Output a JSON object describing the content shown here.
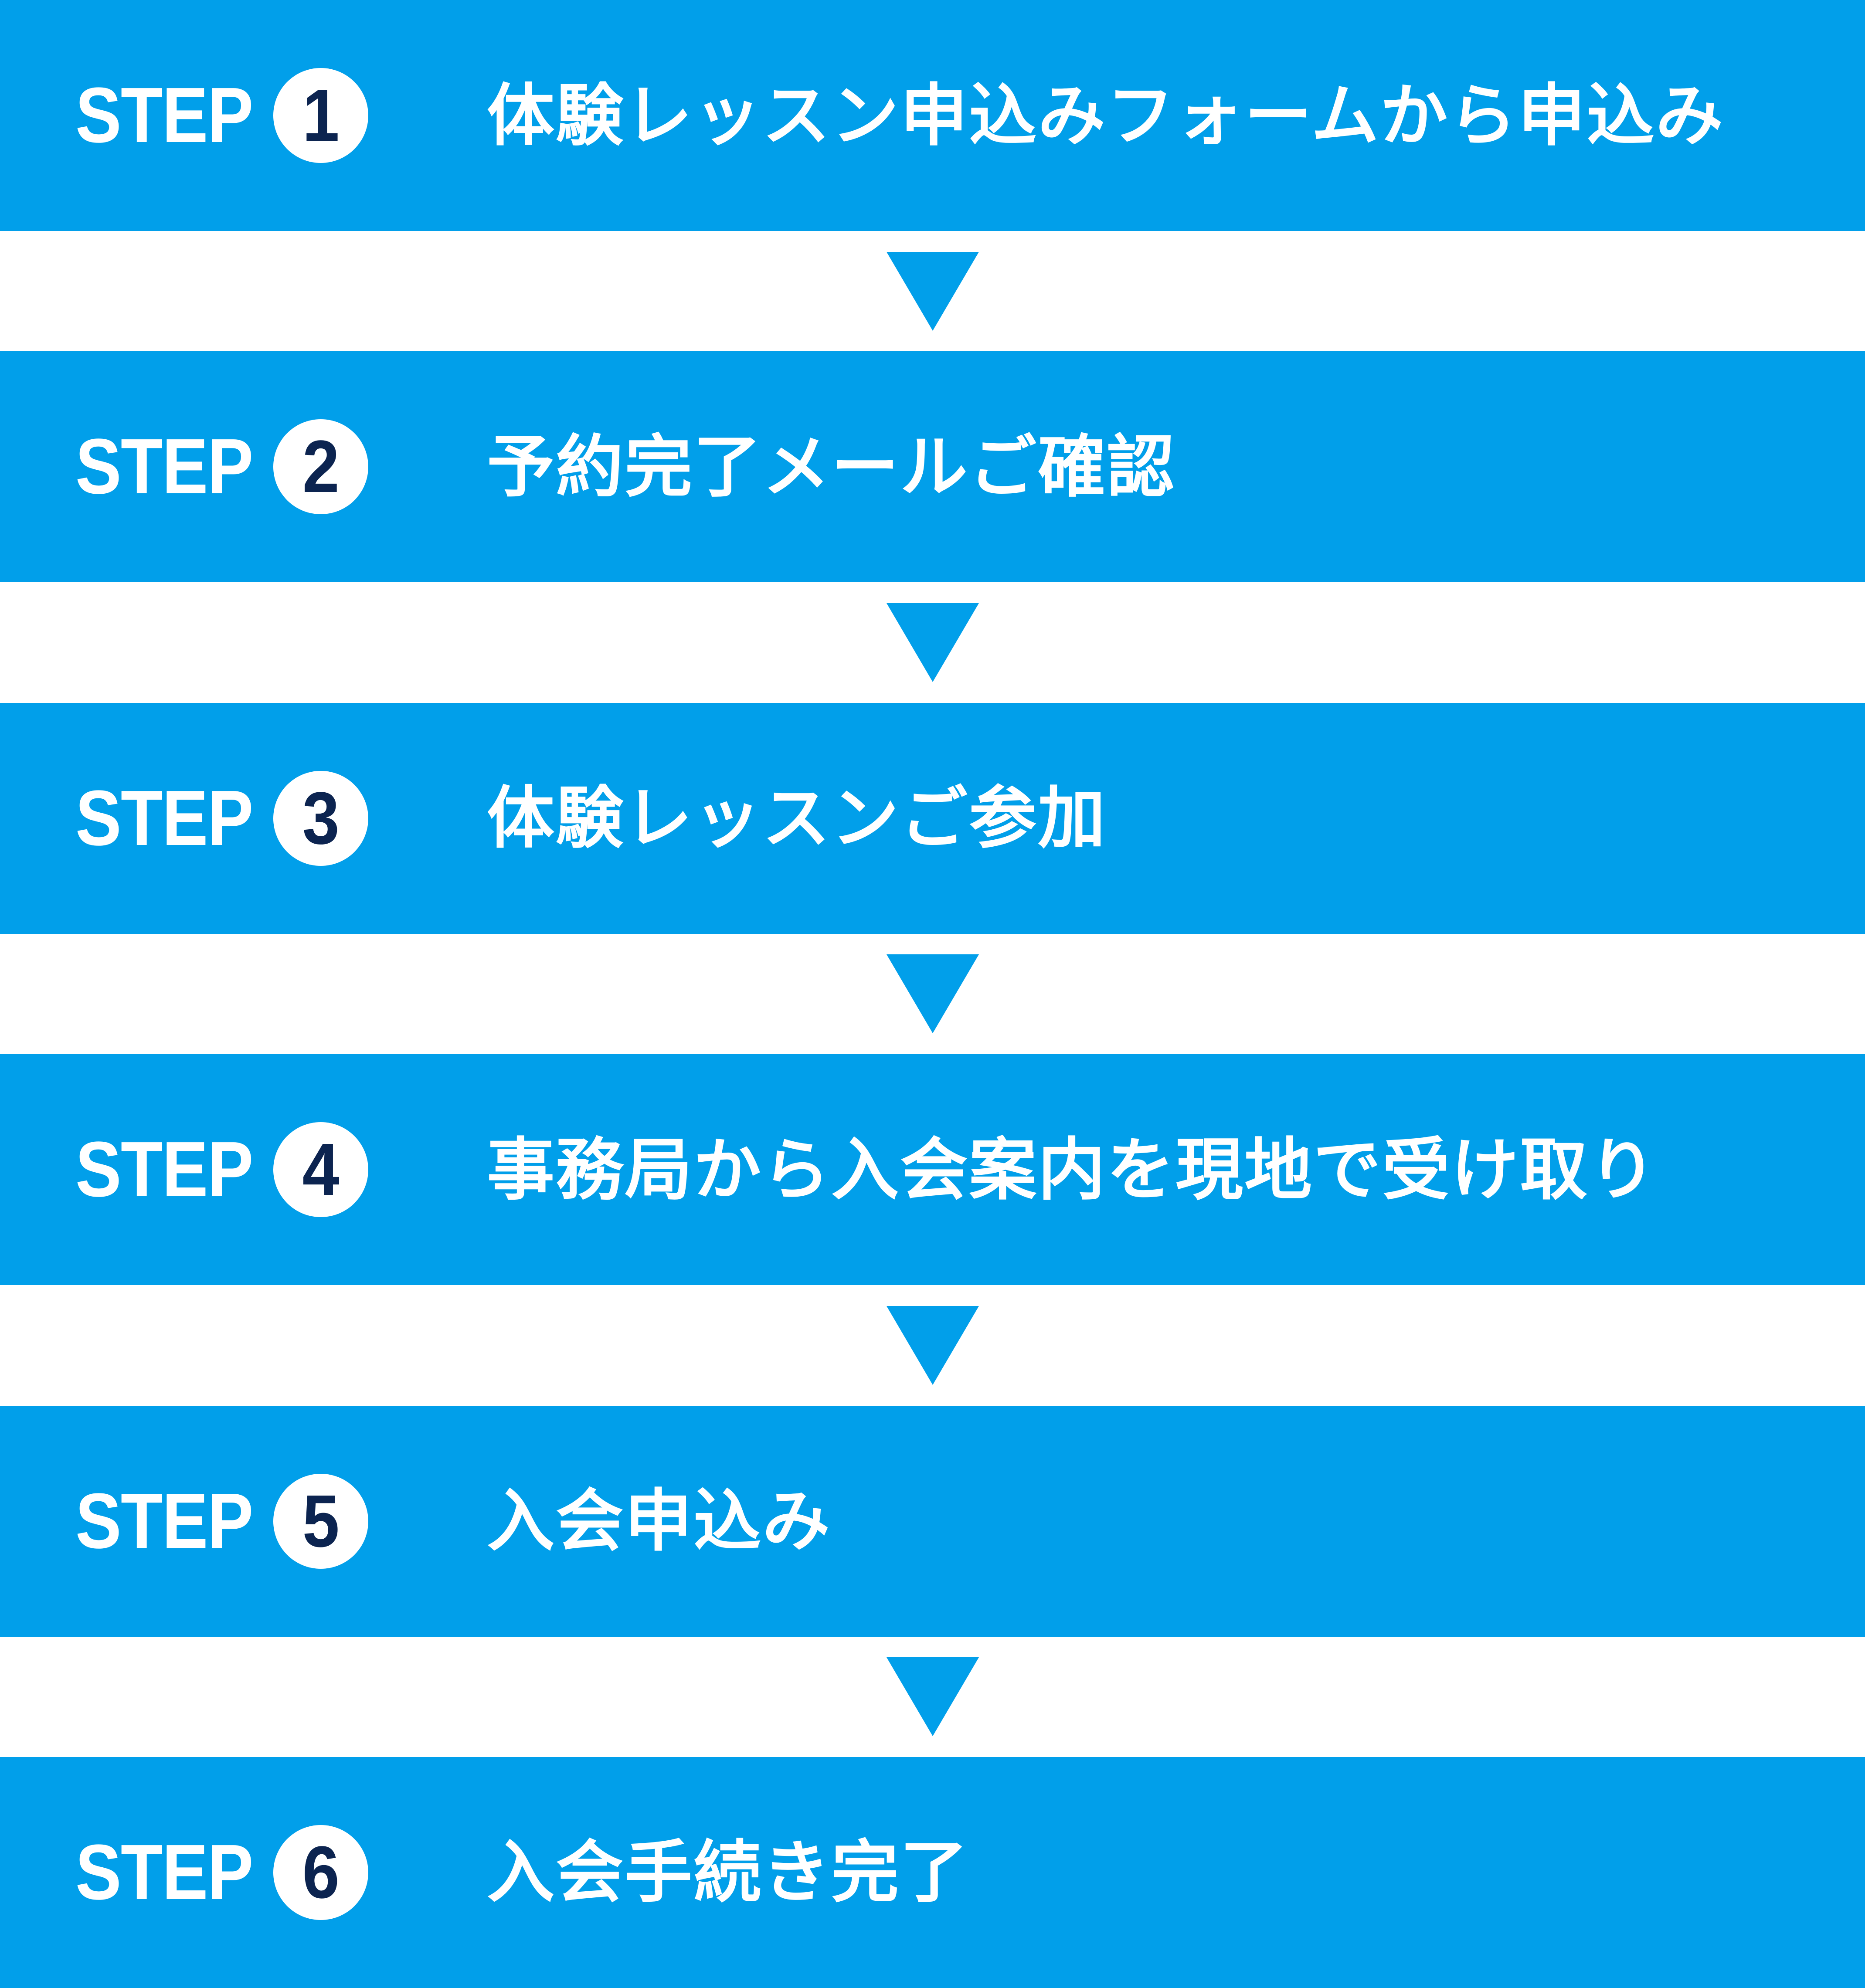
{
  "colors": {
    "band_blue": "#019FEA",
    "number_navy": "#0C2450",
    "text_white": "#FFFFFF",
    "page_background": "#FFFFFF"
  },
  "flow": {
    "step_label": "STEP",
    "connector_icon": "down-triangle",
    "steps": [
      {
        "number": "1",
        "text": "体験レッスン申込みフォームから申込み"
      },
      {
        "number": "2",
        "text": "予約完了メールご確認"
      },
      {
        "number": "3",
        "text": "体験レッスンご参加"
      },
      {
        "number": "4",
        "text": "事務局から入会案内を現地で受け取り"
      },
      {
        "number": "5",
        "text": "入会申込み"
      },
      {
        "number": "6",
        "text": "入会手続き完了"
      }
    ]
  }
}
